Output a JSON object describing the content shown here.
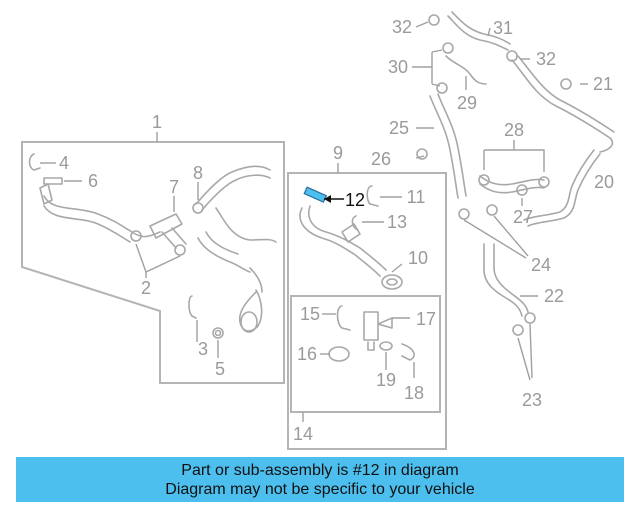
{
  "callouts": {
    "c1": "1",
    "c2": "2",
    "c3": "3",
    "c4": "4",
    "c5": "5",
    "c6": "6",
    "c7": "7",
    "c8": "8",
    "c9": "9",
    "c10": "10",
    "c11": "11",
    "c12": "12",
    "c13": "13",
    "c14": "14",
    "c15": "15",
    "c16": "16",
    "c17": "17",
    "c18": "18",
    "c19": "19",
    "c20": "20",
    "c21": "21",
    "c22": "22",
    "c23": "23",
    "c24": "24",
    "c25": "25",
    "c26": "26",
    "c27": "27",
    "c28": "28",
    "c29": "29",
    "c30": "30",
    "c31": "31",
    "c32a": "32",
    "c32b": "32"
  },
  "highlight": {
    "part_number": "12",
    "color": "#4dbfee"
  },
  "banner": {
    "line1": "Part or sub-assembly is #12 in diagram",
    "line2": "Diagram may not be specific to your vehicle",
    "background": "#4dbfee"
  }
}
